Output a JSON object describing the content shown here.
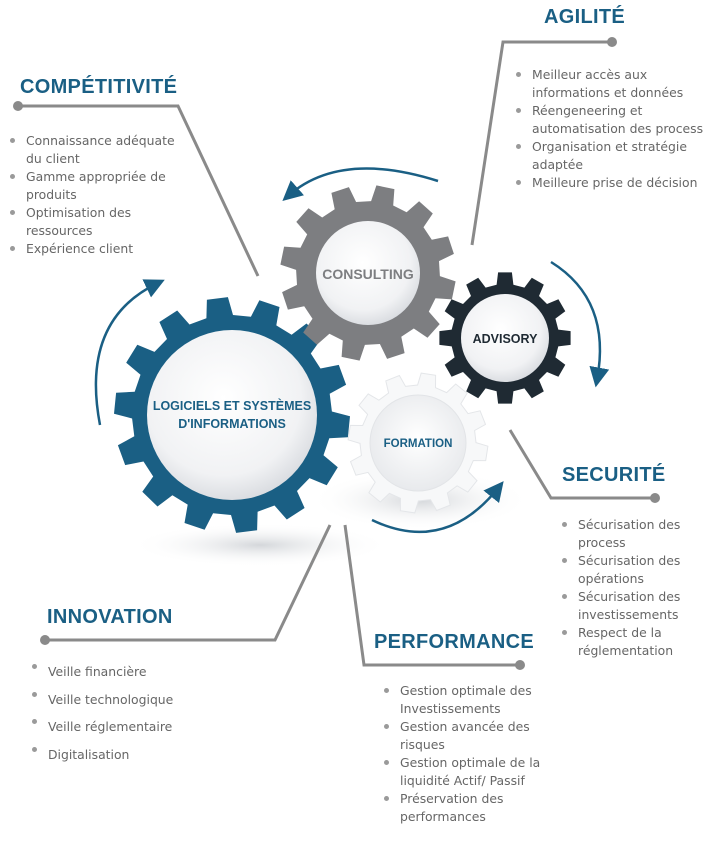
{
  "sections": {
    "competitivite": {
      "title": "COMPÉTITIVITÉ",
      "items": [
        "Connaissance adéquate du client",
        "Gamme appropriée de produits",
        "Optimisation des ressources",
        "Expérience client"
      ]
    },
    "agilite": {
      "title": "AGILITÉ",
      "items": [
        "Meilleur accès aux informations et données",
        "Réengeneering et automatisation des process",
        "Organisation et stratégie adaptée",
        "Meilleure prise de décision"
      ]
    },
    "securite": {
      "title": "SECURITÉ",
      "items": [
        "Sécurisation des process",
        "Sécurisation des opérations",
        "Sécurisation des investissements",
        "Respect de la réglementation"
      ]
    },
    "innovation": {
      "title": "INNOVATION",
      "items": [
        "Veille financière",
        "Veille technologique",
        "Veille réglementaire",
        "Digitalisation"
      ]
    },
    "performance": {
      "title": "PERFORMANCE",
      "items": [
        "Gestion optimale des Investissements",
        "Gestion avancée des risques",
        "Gestion optimale de la liquidité Actif/ Passif",
        "Préservation des performances"
      ]
    }
  },
  "gears": {
    "logiciels": "LOGICIELS ET SYSTÈMES D'INFORMATIONS",
    "consulting": "CONSULTING",
    "advisory": "ADVISORY",
    "formation": "FORMATION"
  },
  "colors": {
    "blue": "#1a5f84",
    "gray": "#7d7e81",
    "dark": "#1f2a33",
    "connector": "#8a8a8a"
  }
}
